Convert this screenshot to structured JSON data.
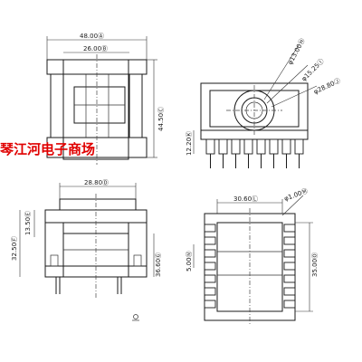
{
  "views": {
    "front_top": {
      "dim_overall_width": "48.00Ⓐ",
      "dim_inner_width": "26.00Ⓑ",
      "dim_height": "44.50Ⓒ"
    },
    "side_top": {
      "dim_d1": "φ13.00Ⓗ",
      "dim_d2": "φ15.25Ⓘ",
      "dim_d3": "φ28.80Ⓙ",
      "dim_height": "12.20Ⓚ"
    },
    "front_bottom": {
      "dim_width": "28.80Ⓓ",
      "dim_left_height": "13.50Ⓔ",
      "dim_left_outer": "32.50Ⓕ",
      "dim_right": "36.60Ⓖ"
    },
    "bottom_right": {
      "dim_width": "30.60Ⓛ",
      "dim_hole": "φ1.00Ⓜ",
      "dim_pitch": "5.00Ⓝ",
      "dim_span": "35.00Ⓞ"
    }
  },
  "watermark_text": "琴江河电子商场"
}
